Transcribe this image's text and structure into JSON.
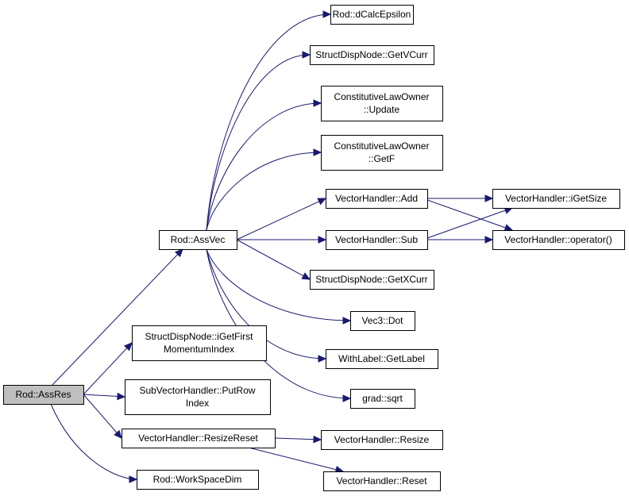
{
  "graph": {
    "type": "call-graph",
    "edge_color": "#191970",
    "root_fill": "#bfbfbf",
    "node_fill": "#ffffff",
    "nodes": {
      "assres": {
        "lines": [
          "Rod::AssRes"
        ]
      },
      "assvec": {
        "lines": [
          "Rod::AssVec"
        ]
      },
      "dcalc": {
        "lines": [
          "Rod::dCalcEpsilon"
        ]
      },
      "getvcurr": {
        "lines": [
          "StructDispNode::GetVCurr"
        ]
      },
      "update": {
        "lines": [
          "ConstitutiveLawOwner",
          "::Update"
        ]
      },
      "getf": {
        "lines": [
          "ConstitutiveLawOwner",
          "::GetF"
        ]
      },
      "add": {
        "lines": [
          "VectorHandler::Add"
        ]
      },
      "sub": {
        "lines": [
          "VectorHandler::Sub"
        ]
      },
      "getxcurr": {
        "lines": [
          "StructDispNode::GetXCurr"
        ]
      },
      "dot": {
        "lines": [
          "Vec3::Dot"
        ]
      },
      "getlabel": {
        "lines": [
          "WithLabel::GetLabel"
        ]
      },
      "sqrt": {
        "lines": [
          "grad::sqrt"
        ]
      },
      "igetsize": {
        "lines": [
          "VectorHandler::iGetSize"
        ]
      },
      "operator": {
        "lines": [
          "VectorHandler::operator()"
        ]
      },
      "igetfirst": {
        "lines": [
          "StructDispNode::iGetFirst",
          "MomentumIndex"
        ]
      },
      "putrow": {
        "lines": [
          "SubVectorHandler::PutRow",
          "Index"
        ]
      },
      "resizereset": {
        "lines": [
          "VectorHandler::ResizeReset"
        ]
      },
      "workspace": {
        "lines": [
          "Rod::WorkSpaceDim"
        ]
      },
      "resize": {
        "lines": [
          "VectorHandler::Resize"
        ]
      },
      "reset": {
        "lines": [
          "VectorHandler::Reset"
        ]
      }
    },
    "edges": [
      [
        "assres",
        "assvec"
      ],
      [
        "assres",
        "igetfirst"
      ],
      [
        "assres",
        "putrow"
      ],
      [
        "assres",
        "resizereset"
      ],
      [
        "assres",
        "workspace"
      ],
      [
        "assvec",
        "dcalc"
      ],
      [
        "assvec",
        "getvcurr"
      ],
      [
        "assvec",
        "update"
      ],
      [
        "assvec",
        "getf"
      ],
      [
        "assvec",
        "add"
      ],
      [
        "assvec",
        "sub"
      ],
      [
        "assvec",
        "getxcurr"
      ],
      [
        "assvec",
        "dot"
      ],
      [
        "assvec",
        "getlabel"
      ],
      [
        "assvec",
        "sqrt"
      ],
      [
        "add",
        "igetsize"
      ],
      [
        "add",
        "operator"
      ],
      [
        "sub",
        "igetsize"
      ],
      [
        "sub",
        "operator"
      ],
      [
        "resizereset",
        "resize"
      ],
      [
        "resizereset",
        "reset"
      ]
    ]
  }
}
